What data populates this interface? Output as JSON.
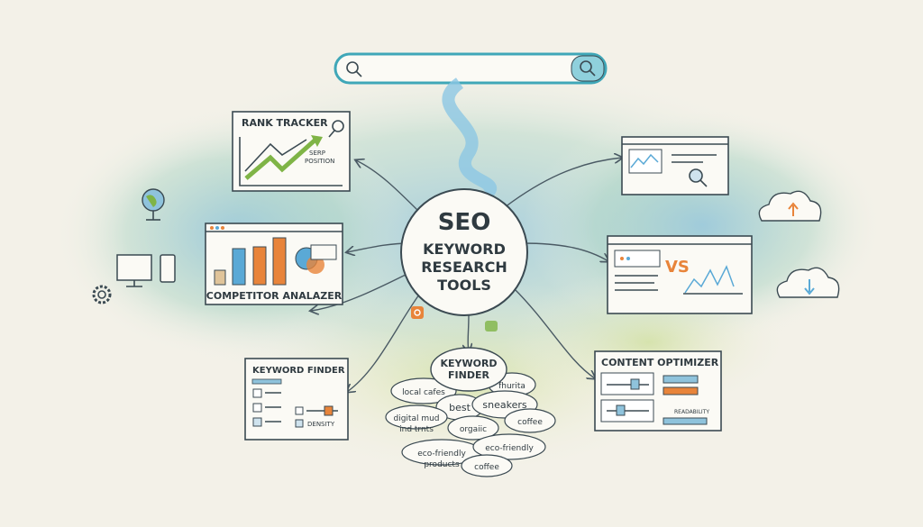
{
  "center": {
    "line1": "SEO",
    "line2": "KEYWORD",
    "line3": "RESEARCH",
    "line4": "TOOLS"
  },
  "rank_tracker": {
    "title": "RANK TRACKER",
    "label1": "SERP",
    "label2": "POSITION"
  },
  "competitor": {
    "title": "COMPETITOR ANALAZER"
  },
  "keyword_finder_panel": {
    "title": "KEYWORD FINDER",
    "density": "DENSITY"
  },
  "content_optimizer": {
    "title": "CONTENT OPTIMIZER",
    "readability": "READABILITY"
  },
  "vs_panel": {
    "label": "VS"
  },
  "keyword_cloud": {
    "title1": "KEYWORD",
    "title2": "FINDER",
    "bubbles": [
      "local cafes",
      "fhurita",
      "best",
      "sneakers",
      "digital mud",
      "ind trnts",
      "orgaiic",
      "coffee",
      "eco-friendly",
      "products",
      "eco-friendly",
      "coffee"
    ]
  },
  "colors": {
    "blue": "#5aa9d6",
    "orange": "#e8843a",
    "green": "#7fb446",
    "ink": "#3b4a52",
    "teal": "#3fa7b8"
  }
}
